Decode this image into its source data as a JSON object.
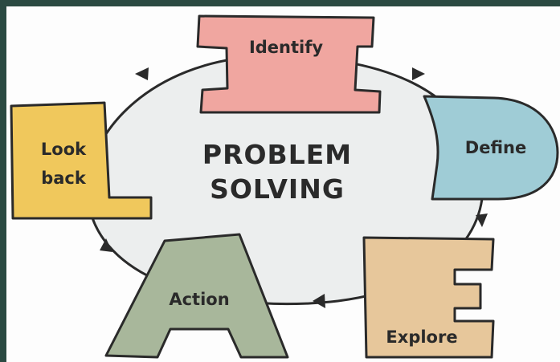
{
  "colors": {
    "frame": "#2b4a42",
    "paper": "#fdfdfd",
    "cycle": "#eceeee",
    "stroke": "#2a2a2a",
    "identify": "#f0a6a0",
    "define": "#9fccd6",
    "explore": "#e7c79b",
    "action": "#a8b79b",
    "lookback": "#f0c85c"
  },
  "diagram": {
    "title_line1": "PROBLEM",
    "title_line2": "SOLVING",
    "steps": {
      "identify": {
        "letter": "I",
        "label": "Identify"
      },
      "define": {
        "letter": "D",
        "label": "Define"
      },
      "explore": {
        "letter": "E",
        "label": "Explore"
      },
      "action": {
        "letter": "A",
        "label": "Action"
      },
      "lookback": {
        "letter": "L",
        "label_line1": "Look",
        "label_line2": "back"
      }
    },
    "arrow_icons": [
      "arrow-head-icon"
    ]
  }
}
